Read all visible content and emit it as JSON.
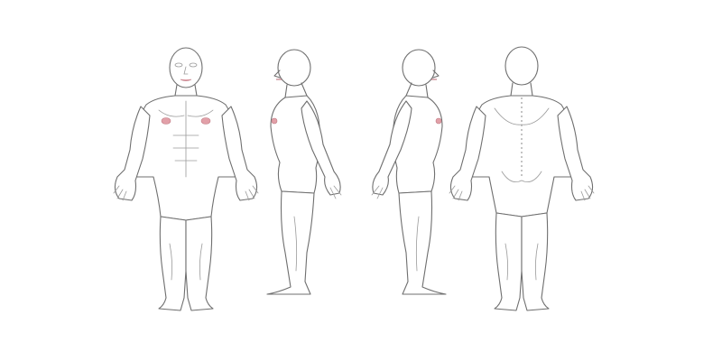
{
  "figure": {
    "views": [
      "front",
      "left-side",
      "right-side",
      "back"
    ],
    "colors": {
      "background": "#ffffff",
      "outline": "#6f6f6f",
      "detail": "#9a9a9a",
      "highlight": "#e2a0a8"
    }
  }
}
